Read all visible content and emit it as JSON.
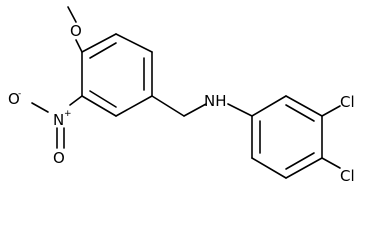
{
  "molecule": {
    "atoms": {
      "methoxy_o": "O",
      "nitro_o_minus": "O",
      "nitro_o_minus_charge": "-",
      "nitro_n": "N",
      "nitro_n_charge": "+",
      "nitro_o_double": "O",
      "amine_nh": "NH",
      "chlorine_top": "Cl",
      "chlorine_bottom": "Cl"
    }
  }
}
